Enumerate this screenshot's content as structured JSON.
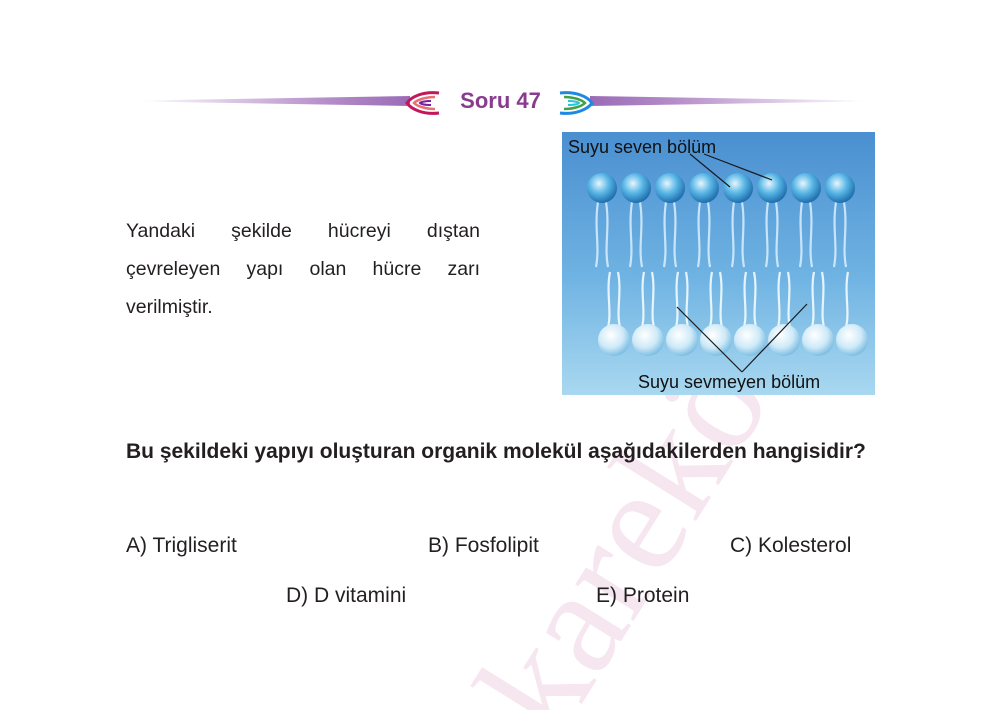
{
  "header": {
    "title": "Soru 47"
  },
  "watermark": {
    "text": "karekök"
  },
  "intro": {
    "text": "Yandaki şekilde hücreyi dıştan çevreleyen yapı olan hücre zarı verilmiştir."
  },
  "figure": {
    "label_top": "Suyu seven bölüm",
    "label_bottom": "Suyu sevmeyen bölüm",
    "background_top": "#4a8fd0",
    "background_bottom": "#a9d8f0",
    "head_color": "#3ea3d9"
  },
  "question": {
    "text": "Bu şekildeki yapıyı oluşturan organik molekül aşağıdakilerden hangisidir?"
  },
  "options": {
    "a": "A) Trigliserit",
    "b": "B) Fosfolipit",
    "c": "C) Kolesterol",
    "d": "D) D vitamini",
    "e": "E) Protein"
  },
  "colors": {
    "accent": "#8a3a8f",
    "header_line": "#b48cc8",
    "watermark": "#f3dcea"
  }
}
